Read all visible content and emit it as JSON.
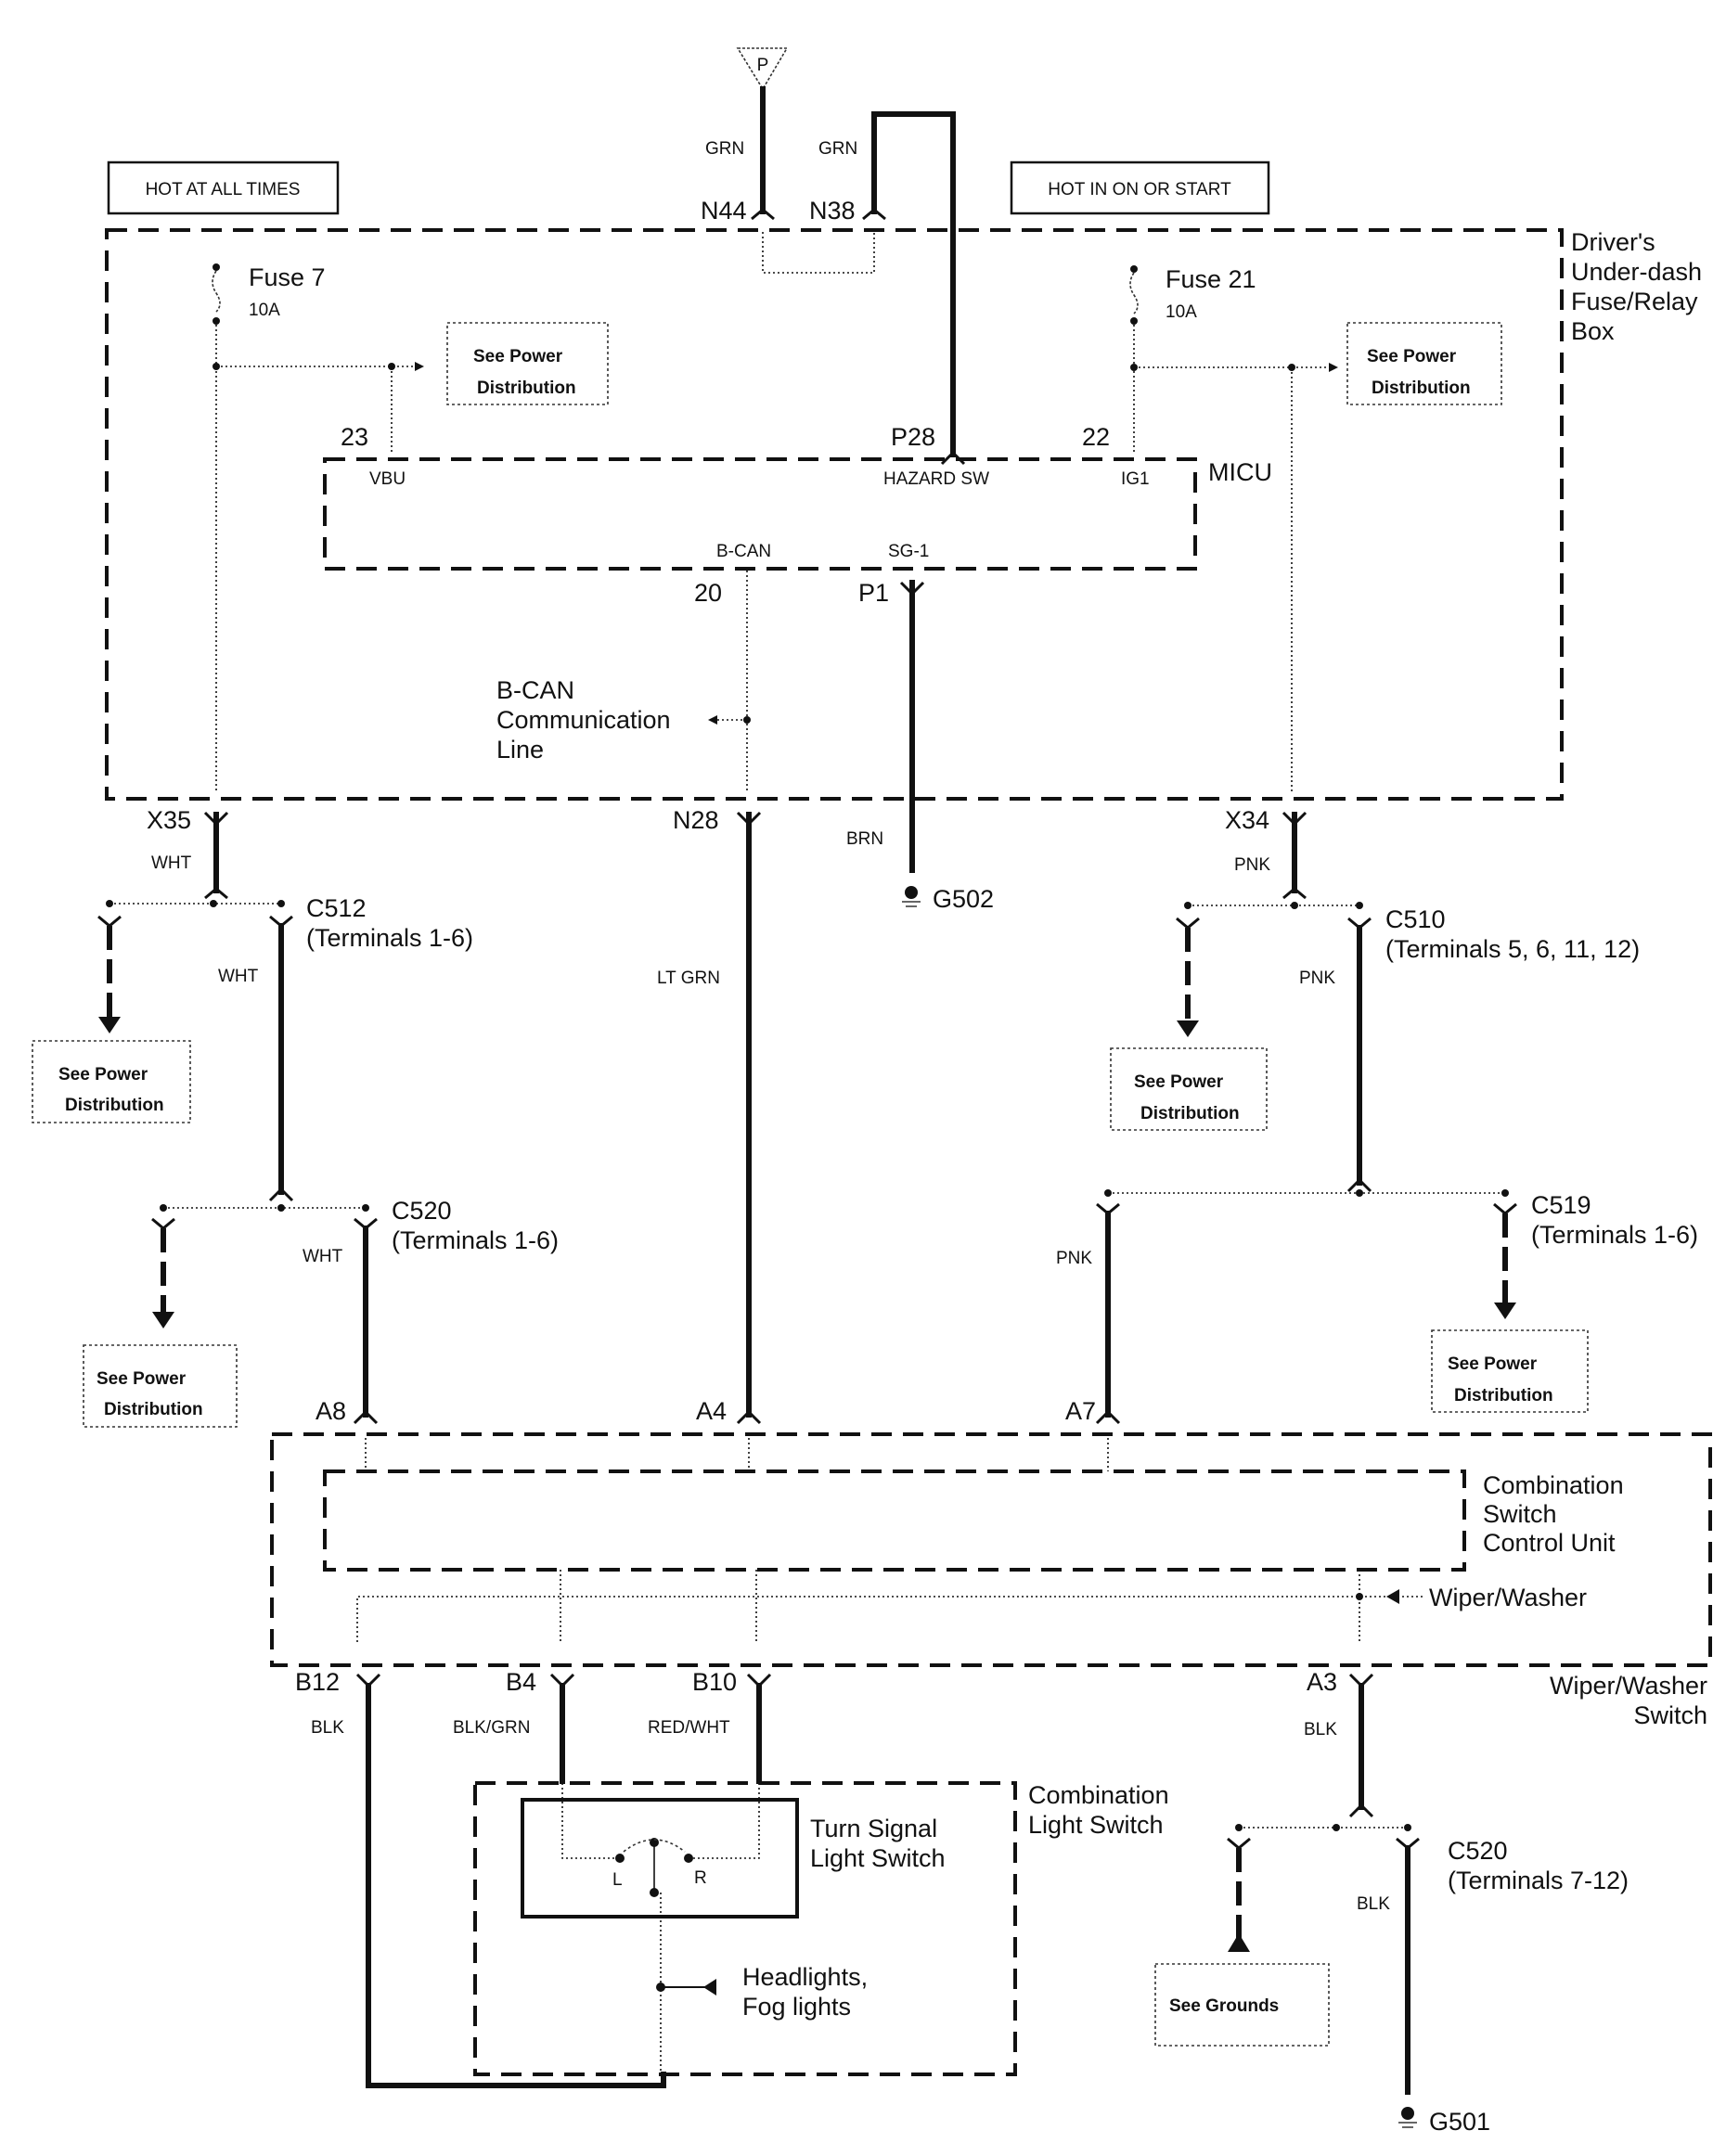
{
  "header": {
    "hot_at_all_times": "HOT AT ALL TIMES",
    "hot_in_on_or_start": "HOT IN ON OR START",
    "power_source": "P"
  },
  "fuse_box": {
    "title_lines": [
      "Driver's",
      "Under-dash",
      "Fuse/Relay",
      "Box"
    ],
    "fuses": [
      {
        "name": "Fuse 7",
        "rating": "10A"
      },
      {
        "name": "Fuse 21",
        "rating": "10A"
      }
    ],
    "top_connectors": {
      "n44": "N44",
      "n38": "N38"
    },
    "top_wire_colors": {
      "n44": "GRN",
      "n38": "GRN"
    },
    "see_power_distribution": [
      "See Power",
      "Distribution"
    ],
    "bcan_label_lines": [
      "B-CAN",
      "Communication",
      "Line"
    ]
  },
  "micu": {
    "title": "MICU",
    "pins": {
      "vbu_num": "23",
      "vbu": "VBU",
      "hazard_num": "P28",
      "hazard": "HAZARD SW",
      "ig1_num": "22",
      "ig1": "IG1",
      "bcan_num": "20",
      "bcan": "B-CAN",
      "sg1_num": "P1",
      "sg1": "SG-1"
    }
  },
  "lower_connectors": {
    "x35": "X35",
    "n28": "N28",
    "x34": "X34",
    "wht": "WHT",
    "lt_grn": "LT GRN",
    "brn": "BRN",
    "pnk": "PNK",
    "g502": "G502",
    "c512": "C512",
    "c512_terms": "(Terminals 1-6)",
    "c520_top": "C520",
    "c520_top_terms": "(Terminals 1-6)",
    "c510": "C510",
    "c510_terms": "(Terminals 5, 6, 11, 12)",
    "c519": "C519",
    "c519_terms": "(Terminals 1-6)"
  },
  "combo_switch": {
    "inner_title_lines": [
      "Combination",
      "Switch",
      "Control Unit"
    ],
    "outer_title_lines": [
      "Wiper/Washer",
      "Switch"
    ],
    "wiper_label": "Wiper/Washer",
    "pins_top": {
      "a8": "A8",
      "a4": "A4",
      "a7": "A7"
    },
    "pins_bottom": {
      "b12": "B12",
      "b4": "B4",
      "b10": "B10",
      "a3": "A3"
    },
    "wire_colors": {
      "b12": "BLK",
      "b4": "BLK/GRN",
      "b10": "RED/WHT",
      "a3": "BLK"
    }
  },
  "light_switch": {
    "outer_title_lines": [
      "Combination",
      "Light Switch"
    ],
    "inner_title_lines": [
      "Turn Signal",
      "Light Switch"
    ],
    "left": "L",
    "right": "R",
    "headlights_lines": [
      "Headlights,",
      "Fog lights"
    ]
  },
  "grounds": {
    "c520_bottom": "C520",
    "c520_bottom_terms": "(Terminals 7-12)",
    "blk": "BLK",
    "see_grounds": "See Grounds",
    "g501": "G501"
  }
}
